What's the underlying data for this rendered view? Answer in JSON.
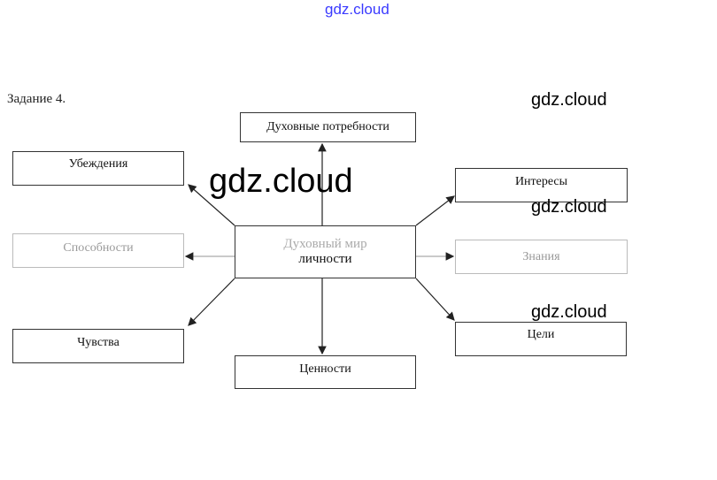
{
  "watermarks": {
    "top": "gdz.cloud",
    "big": "gdz.cloud",
    "w1": "gdz.cloud",
    "w2": "gdz.cloud",
    "w3": "gdz.cloud"
  },
  "task_label": "Задание 4.",
  "center": {
    "line1": "Духовный мир",
    "line2": "личности"
  },
  "nodes": {
    "top": "Духовные потребности",
    "left_top": "Убеждения",
    "left_mid": "Способности",
    "left_bottom": "Чувства",
    "bottom": "Ценности",
    "right_top": "Интересы",
    "right_mid": "Знания",
    "right_bottom": "Цели"
  }
}
